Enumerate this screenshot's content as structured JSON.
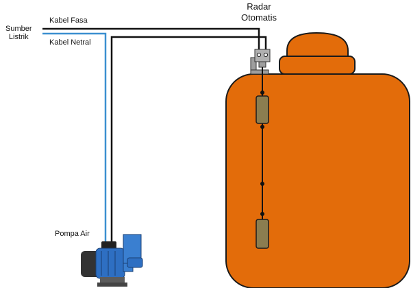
{
  "labels": {
    "source_line1": "Sumber",
    "source_line2": "Listrik",
    "phase_cable": "Kabel Fasa",
    "neutral_cable": "Kabel Netral",
    "sensor_line1": "Radar",
    "sensor_line2": "Otomatis",
    "pump": "Pompa Air"
  },
  "colors": {
    "tank": "#e36c0a",
    "tank_stroke": "#1a1a1a",
    "neutral_cable": "#3b8fd0",
    "phase_cable": "#111111",
    "pump_body": "#2e6fc2",
    "pump_motor": "#333333",
    "float": "#8b7d50",
    "switch_box": "#b0b0b0"
  }
}
